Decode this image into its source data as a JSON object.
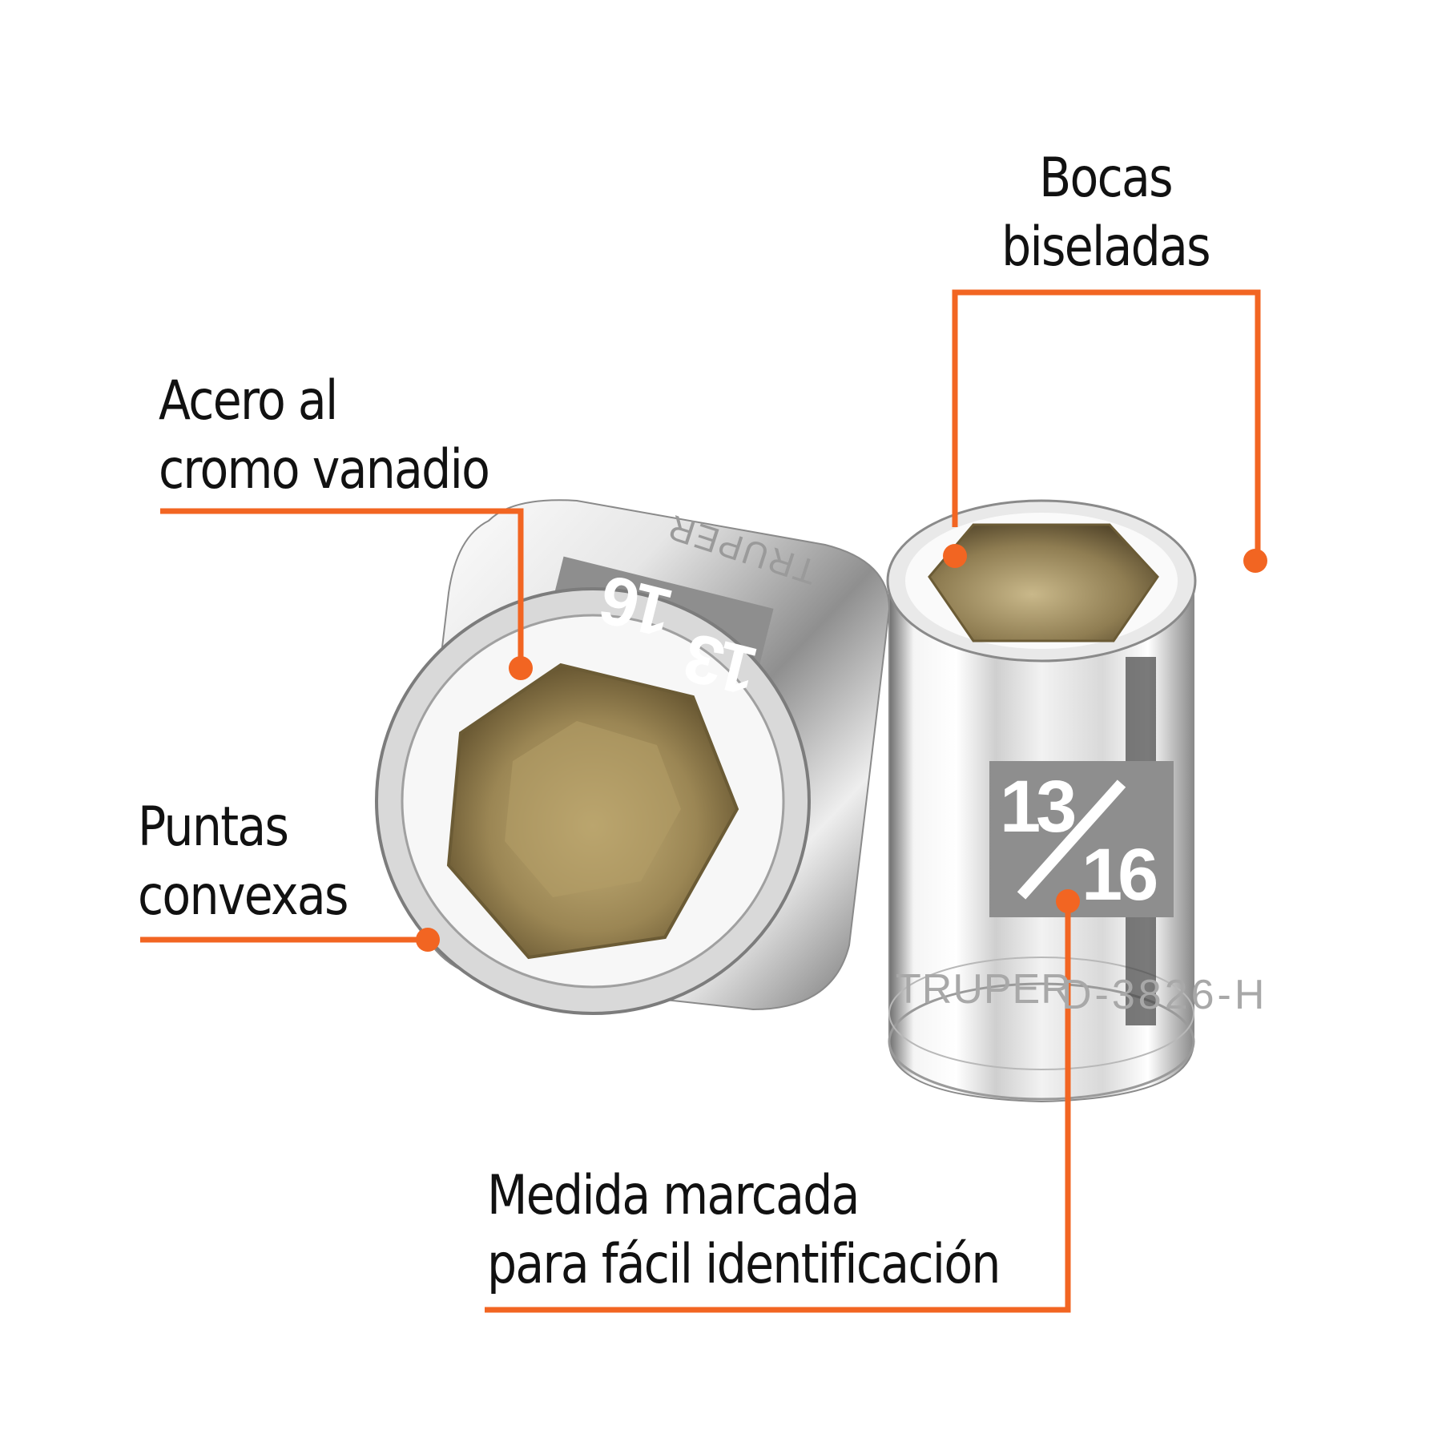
{
  "colors": {
    "accent": "#F26522",
    "text": "#111111",
    "background": "#FFFFFF",
    "chrome_light": "#F4F4F4",
    "chrome_mid": "#BDBDBD",
    "chrome_dark": "#5A5A5A",
    "interior_gold": "#9A8552",
    "label_gray": "#8E8E8E"
  },
  "callouts": [
    {
      "id": "material",
      "lines": [
        "Acero al",
        "cromo vanadio"
      ]
    },
    {
      "id": "bevel",
      "lines": [
        "Bocas",
        "biseladas"
      ]
    },
    {
      "id": "points",
      "lines": [
        "Puntas",
        "convexas"
      ]
    },
    {
      "id": "size",
      "lines": [
        "Medida marcada",
        "para fácil identificación"
      ]
    }
  ],
  "sockets": {
    "left": {
      "size_top": "13",
      "size_bottom": "16",
      "brand": "TRUPER"
    },
    "right": {
      "size_top": "13",
      "size_bottom": "16",
      "brand": "TRUPER",
      "model": "D-3826-H"
    }
  }
}
